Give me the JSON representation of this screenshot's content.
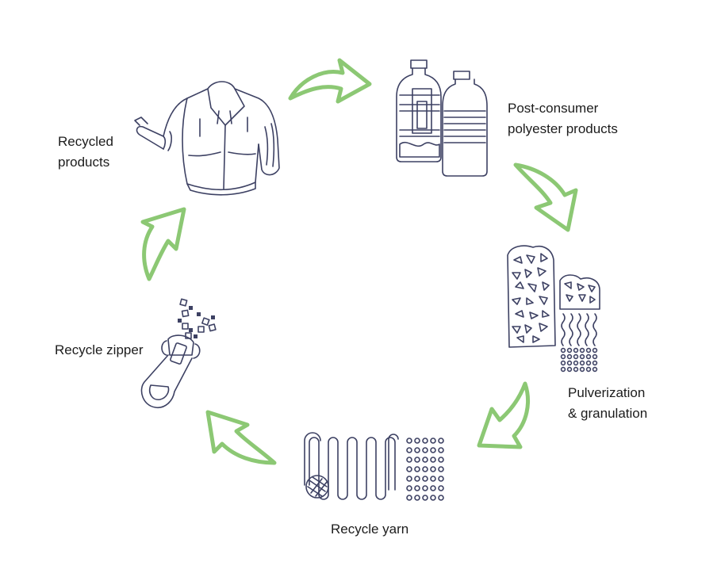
{
  "diagram": {
    "steps": [
      {
        "id": "post-consumer",
        "lines": [
          "Post-consumer",
          "polyester products"
        ],
        "icon": "plastic-bottles-icon"
      },
      {
        "id": "pulverization",
        "lines": [
          "Pulverization",
          "& granulation"
        ],
        "icon": "granules-icon"
      },
      {
        "id": "recycle-yarn",
        "lines": [
          "Recycle yarn"
        ],
        "icon": "yarn-icon"
      },
      {
        "id": "recycle-zipper",
        "lines": [
          "Recycle zipper"
        ],
        "icon": "zipper-icon"
      },
      {
        "id": "recycled-products",
        "lines": [
          "Recycled",
          "products"
        ],
        "icon": "jacket-icon"
      }
    ],
    "arrow_color": "#8cc874",
    "icon_color": "#3d4163"
  }
}
